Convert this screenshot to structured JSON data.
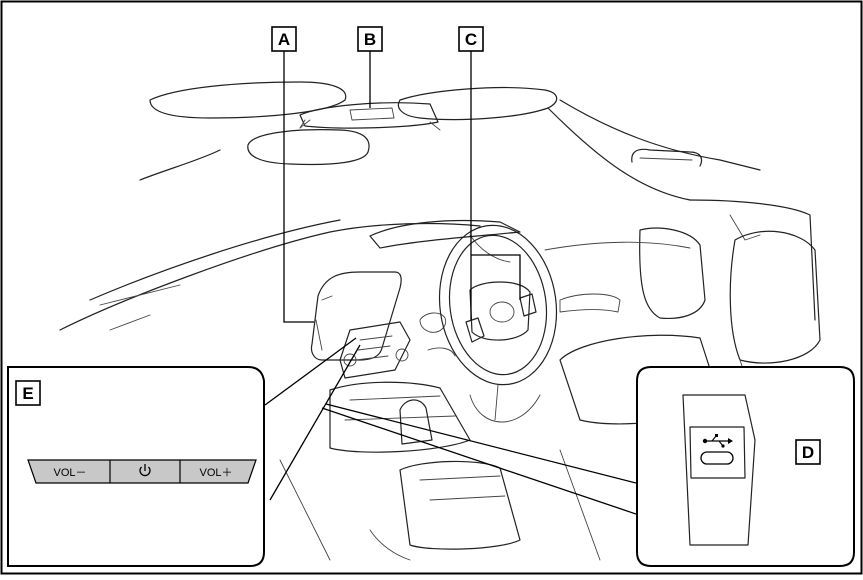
{
  "labels": {
    "A": "A",
    "B": "B",
    "C": "C",
    "D": "D",
    "E": "E"
  },
  "buttons": {
    "vol_down": "VOL－",
    "power_icon": "power-icon",
    "vol_up": "VOL＋"
  },
  "icons": {
    "usb": "usb-icon"
  },
  "colors": {
    "line": "#222222",
    "panel_gray": "#c8c8c8",
    "usb_panel_gray": "#b4b4b4"
  }
}
